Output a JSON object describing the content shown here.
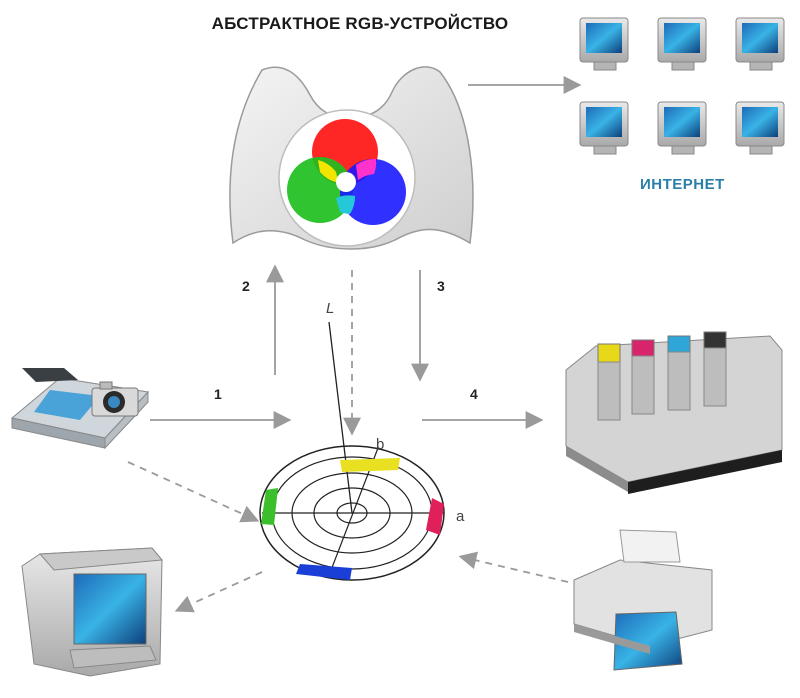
{
  "title": "АБСТРАКТНОЕ RGB-УСТРОЙСТВО",
  "internet_label": "ИНТЕРНЕТ",
  "arrow_labels": {
    "a1": "1",
    "a2": "2",
    "a3": "3",
    "a4": "4"
  },
  "axis_labels": {
    "L": "L",
    "b": "b",
    "a": "a"
  },
  "colors": {
    "red": "#ff1a1a",
    "green": "#1fbf1f",
    "blue": "#1a1aff",
    "yellow": "#f2e600",
    "magenta": "#ff33cc",
    "cyan": "#25c8d9",
    "wheel_yellow": "#e8e020",
    "wheel_red": "#e0205a",
    "wheel_blue": "#1a3fd6",
    "wheel_green": "#3bbf2a",
    "internet_text": "#2a7fa8"
  },
  "icons": [
    "monitor-icon",
    "scanner-icon",
    "camera-icon",
    "crt-monitor-icon",
    "printing-press-icon",
    "inkjet-printer-icon"
  ]
}
